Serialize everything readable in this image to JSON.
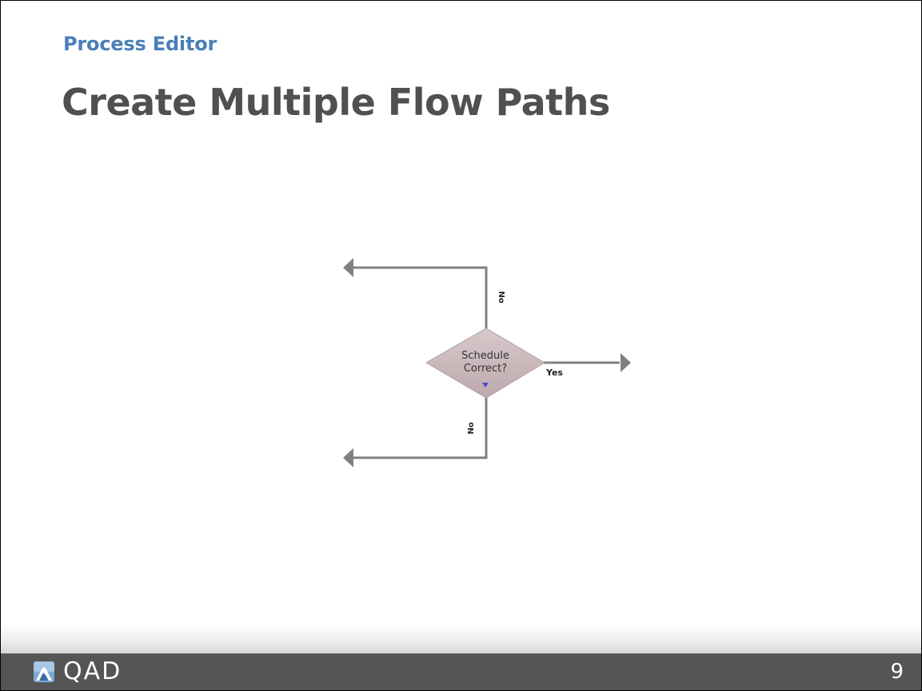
{
  "slide": {
    "section_label": "Process Editor",
    "title": "Create Multiple Flow Paths"
  },
  "diagram": {
    "decision_label_line1": "Schedule",
    "decision_label_line2": "Correct?",
    "branch_top_label": "No",
    "branch_right_label": "Yes",
    "branch_bottom_label": "No",
    "colors": {
      "connector": "#808080",
      "decision_fill": "#c9b6b9",
      "decision_marker": "#4b4fc4"
    }
  },
  "footer": {
    "logo_text": "QAD",
    "page_number": "9"
  }
}
